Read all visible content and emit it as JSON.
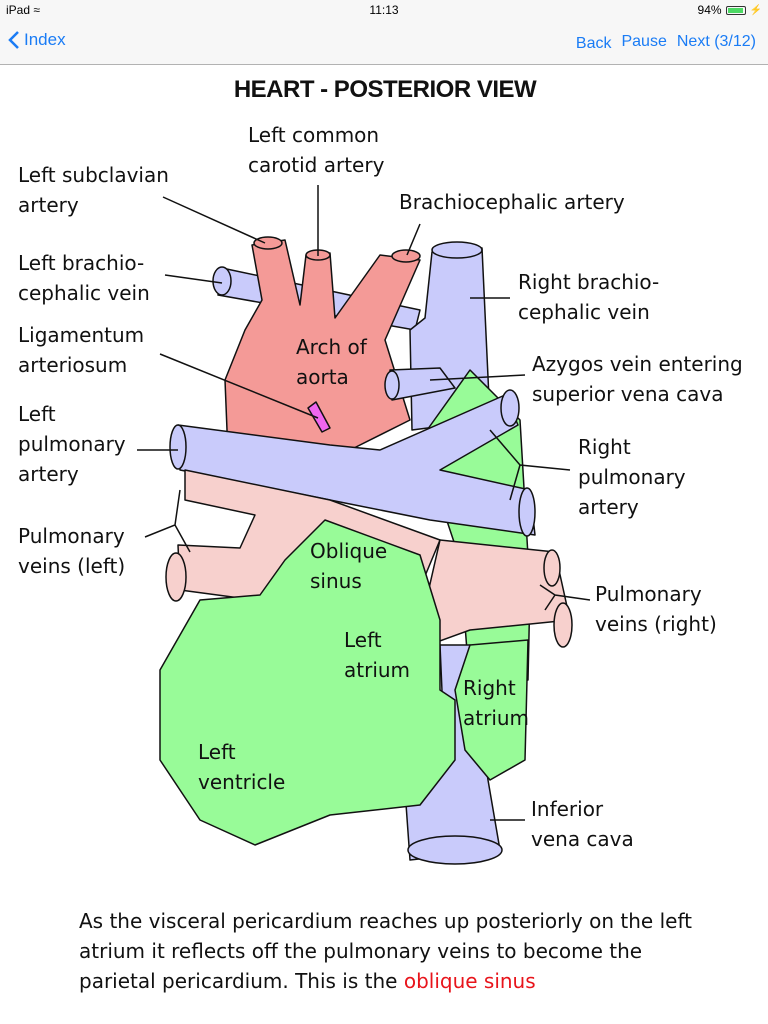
{
  "status_bar": {
    "device": "iPad",
    "time": "11:13",
    "battery": "94%",
    "battery_level": 0.94
  },
  "nav": {
    "back_label": "Index",
    "buttons": [
      {
        "label": "Back"
      },
      {
        "label": "Pause"
      },
      {
        "label": "Next (3/12)"
      }
    ]
  },
  "page_title": "HEART - POSTERIOR VIEW",
  "labels": {
    "left_common_carotid": "Left common\ncarotid artery",
    "left_subclavian": "Left subclavian\nartery",
    "brachiocephalic_artery": "Brachiocephalic artery",
    "left_brachiocephalic_vein": "Left brachio-\ncephalic vein",
    "right_brachiocephalic_vein": "Right brachio-\ncephalic vein",
    "ligamentum": "Ligamentum\narteriosum",
    "arch_of_aorta": "Arch of\naorta",
    "azygos": "Azygos vein entering\nsuperior vena cava",
    "left_pulmonary_artery": "Left\npulmonary\nartery",
    "right_pulmonary_artery": "Right\npulmonary\nartery",
    "pulmonary_veins_left": "Pulmonary\nveins (left)",
    "oblique_sinus": "Oblique\nsinus",
    "pulmonary_veins_right": "Pulmonary\nveins (right)",
    "left_atrium": "Left\natrium",
    "right_atrium": "Right\natrium",
    "left_ventricle": "Left\nventricle",
    "inferior_vena_cava": "Inferior\nvena cava"
  },
  "caption": {
    "text": "As the visceral pericardium reaches up posteriorly on the left atrium it reflects off the pulmonary veins to become the parietal pericardium. This is the ",
    "highlight": "oblique sinus",
    "highlight_color": "#e8141b"
  },
  "colors": {
    "accent": "#1a7cf5",
    "artery": "#f49a97",
    "vein": "#c9cbfb",
    "pulm_vein": "#f7d0cd",
    "heart": "#98fb98",
    "ligamentum": "#ee66ee"
  }
}
